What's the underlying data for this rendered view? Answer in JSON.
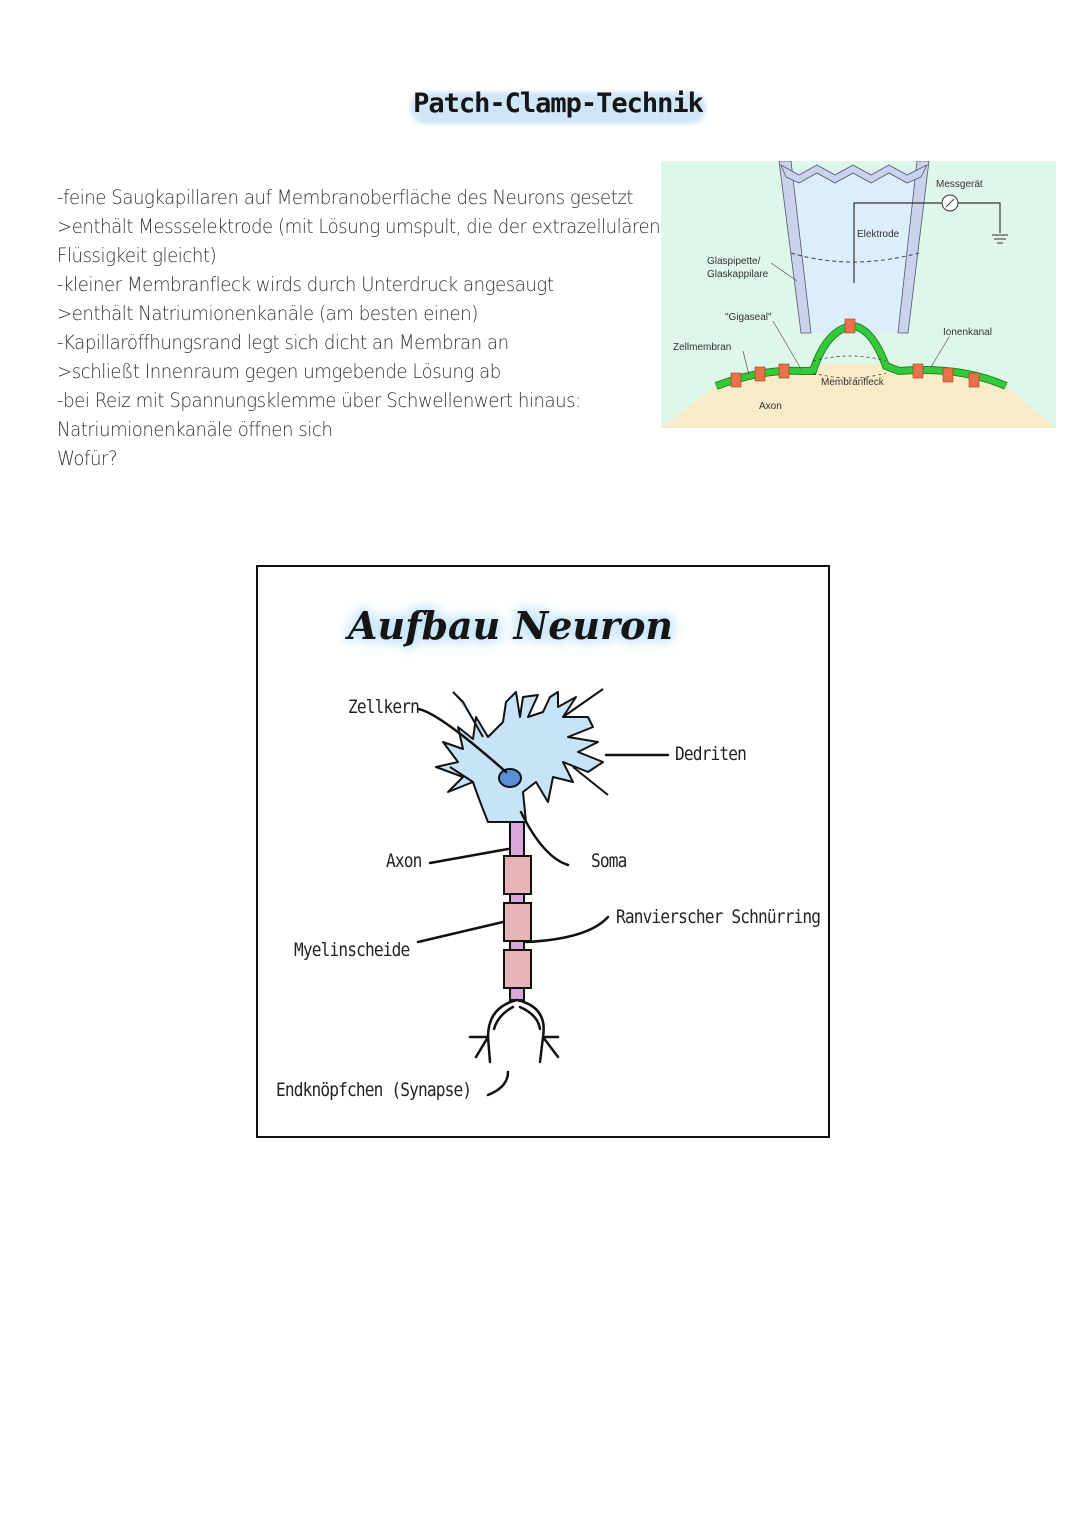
{
  "title": "Patch-Clamp-Technik",
  "notes": [
    "-feine Saugkapillaren auf Membranoberfläche des Neurons gesetzt",
    ">enthält Messselektrode (mit Lösung umspult, die der extrazellulären",
    "Flüssigkeit gleicht)",
    "-kleiner Membranfleck wirds durch Unterdruck angesaugt",
    ">enthält Natriumionenkanäle (am besten einen)",
    "-Kapillaröffhungsrand legt sich dicht an Membran an",
    ">schließt Innenraum gegen umgebende Lösung ab",
    "-bei Reiz mit Spannungsklemme über Schwellenwert hinaus:",
    "Natriumionenkanäle öffnen sich",
    "Wofür?"
  ],
  "patch_clamp_diagram": {
    "labels": {
      "messgeraet": "Messgerät",
      "elektrode": "Elektrode",
      "glaspipette": "Glaspipette/",
      "glaskapillare": "Glaskappilare",
      "gigaseal": "\"Gigaseal\"",
      "zellmembran": "Zellmembran",
      "ionenkanal": "Ionenkanal",
      "membranfleck": "Membranfleck",
      "axon": "Axon"
    },
    "colors": {
      "background": "#dff7ea",
      "pipette": "#c9d3ee",
      "solution": "#dceefb",
      "membrane": "#35c93a",
      "channel": "#e8734a",
      "axon": "#faebc8"
    }
  },
  "neuron_diagram": {
    "title": "Aufbau Neuron",
    "labels": {
      "zellkern": "Zellkern",
      "dendriten": "Dedriten",
      "axon": "Axon",
      "soma": "Soma",
      "ranvier": "Ranvierscher Schnürring",
      "myelin": "Myelinscheide",
      "endknoepfchen": "Endknöpfchen (Synapse)"
    },
    "colors": {
      "cell": "#c7e3f7",
      "nucleus": "#5a8fd6",
      "myelin": "#e6b3b8",
      "axon": "#d9a7d8"
    }
  }
}
